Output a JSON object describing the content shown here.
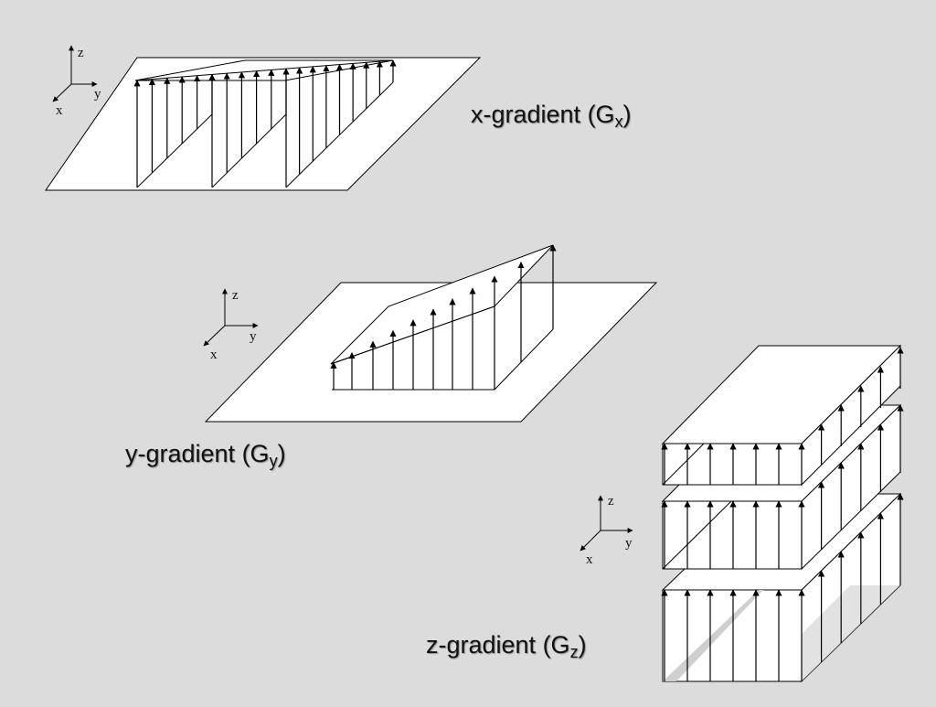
{
  "panels": {
    "x": {
      "label": "x-gradient (G",
      "sub": "x",
      "close": ")"
    },
    "y": {
      "label": "y-gradient (G",
      "sub": "y",
      "close": ")"
    },
    "z": {
      "label": "z-gradient (G",
      "sub": "z",
      "close": ")"
    }
  },
  "axes": {
    "z": "z",
    "y": "y",
    "x": "x"
  },
  "colors": {
    "background": "#dcdcdc",
    "plane": "#ffffff",
    "stroke": "#000000"
  }
}
